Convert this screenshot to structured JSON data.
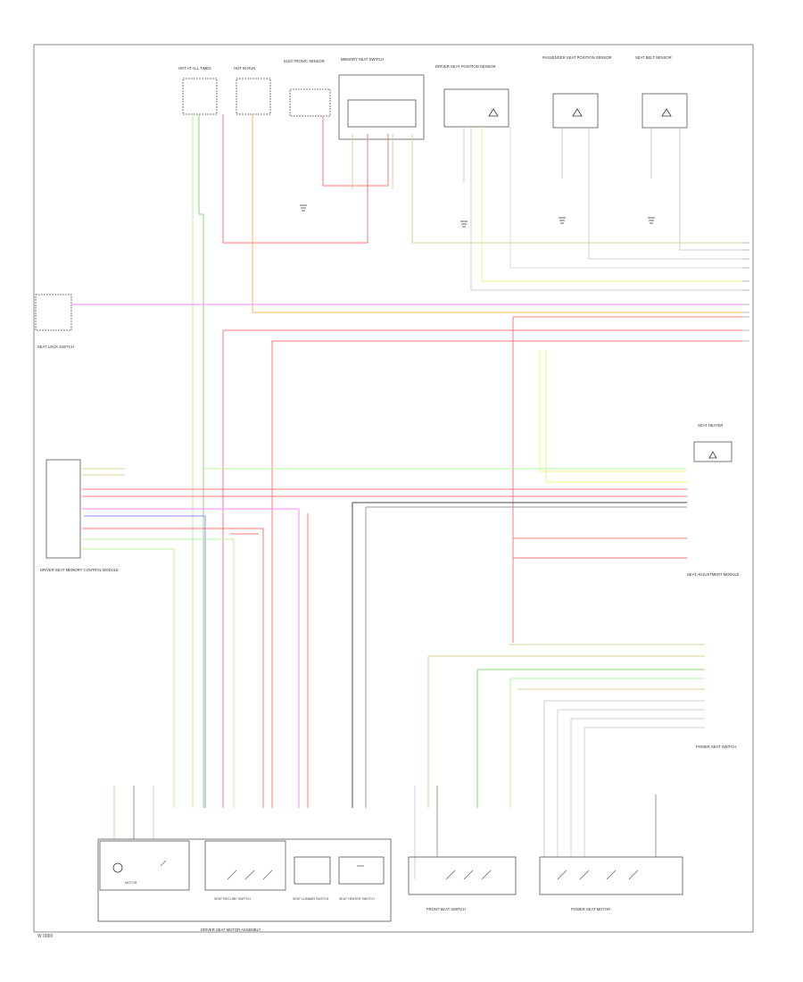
{
  "page_id": "W 0000",
  "colors": {
    "red": "#ff7878",
    "pink": "#ff88ff",
    "yellow": "#f5f27a",
    "lightgreen": "#b7f5a0",
    "green": "#8fd67a",
    "lightgray": "#cfcfcf",
    "gray": "#9a9a9a",
    "dark": "#4a4a4a",
    "blue": "#8c8cff",
    "orange": "#ffb060",
    "olive": "#d8d29a",
    "frame": "#888888"
  },
  "components": {
    "top": [
      {
        "id": "fuse-block-1",
        "text": "HOT AT ALL TIMES"
      },
      {
        "id": "fuse-block-2",
        "text": "HOT IN RUN"
      },
      {
        "id": "ground-module",
        "text": "ELECTRONIC SENSOR"
      },
      {
        "id": "memory-switch",
        "text": "MEMORY SEAT SWITCH"
      },
      {
        "id": "front-sensor-left",
        "text": "DRIVER SEAT POSITION SENSOR"
      },
      {
        "id": "front-sensor-right",
        "text": "PASSENGER SEAT POSITION SENSOR"
      },
      {
        "id": "rear-sensor",
        "text": "SEAT BELT SENSOR"
      }
    ],
    "left_switch": "SEAT LOCK SWITCH",
    "left_module": "DRIVER SEAT MEMORY CONTROL MODULE",
    "right_connector": "SEAT HEATER",
    "right_module": "SEAT ADJUSTMENT MODULE",
    "right_lower_label": "POWER SEAT SWITCH",
    "bottom": [
      {
        "id": "bottom-mod-1",
        "text": "MOTOR"
      },
      {
        "id": "bottom-mod-2",
        "text": "SEAT RECLINE SWITCH"
      },
      {
        "id": "bottom-mod-3",
        "text": "SEAT LUMBAR SWITCH"
      },
      {
        "id": "bottom-mod-4",
        "text": "SEAT HEATER SWITCH"
      }
    ],
    "bottom_caption": "DRIVER SEAT MOTOR ASSEMBLY",
    "rear_left_caption": "FRONT SEAT SWITCH",
    "rear_right_caption": "POWER SEAT MOTOR"
  }
}
